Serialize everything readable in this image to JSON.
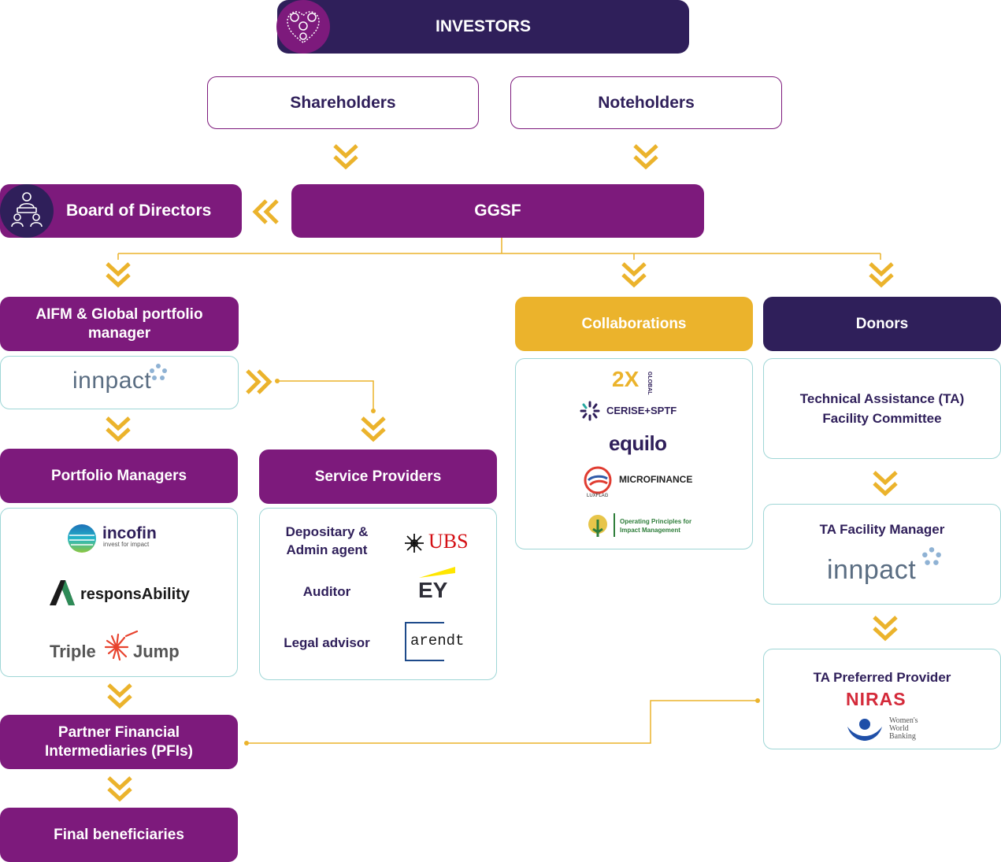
{
  "investors": {
    "title": "INVESTORS",
    "icon": "investors-heart-icon"
  },
  "shareholders": "Shareholders",
  "noteholders": "Noteholders",
  "board": {
    "label": "Board of Directors",
    "icon": "board-people-icon"
  },
  "ggsf": "GGSF",
  "aifm": {
    "title": "AIFM & Global portfolio manager",
    "logo": "innpact"
  },
  "collaborations": {
    "title": "Collaborations",
    "logos": {
      "twox": "2X",
      "twox_sub": "GLOBAL",
      "cerise": "CERISE+SPTF",
      "equilo": "equilo",
      "microfinance": "MICROFINANCE",
      "luxflag": "LUXFLAG",
      "opim": "Operating Principles for Impact Management"
    }
  },
  "donors": {
    "title": "Donors",
    "ta_committee": "Technical Assistance (TA) Facility Committee",
    "ta_manager": "TA Facility Manager",
    "ta_manager_logo": "innpact",
    "ta_provider": "TA Preferred Provider",
    "niras": "NIRAS",
    "wwb": "Women's World Banking"
  },
  "portfolio_managers": {
    "title": "Portfolio Managers",
    "incofin": "incofin",
    "incofin_tag": "invest for impact",
    "responsability": "responsAbility",
    "triple": "Triple",
    "jump": "Jump"
  },
  "service_providers": {
    "title": "Service Providers",
    "depositary": "Depositary & Admin agent",
    "ubs": "UBS",
    "auditor": "Auditor",
    "ey": "EY",
    "legal": "Legal advisor",
    "arendt": "arendt"
  },
  "pfis": "Partner Financial Intermediaries (PFIs)",
  "final": "Final beneficiaries",
  "colors": {
    "dark": "#2f1f5a",
    "purple": "#7d1a7c",
    "gold": "#ebb32c",
    "teal": "#9fd6d6"
  }
}
